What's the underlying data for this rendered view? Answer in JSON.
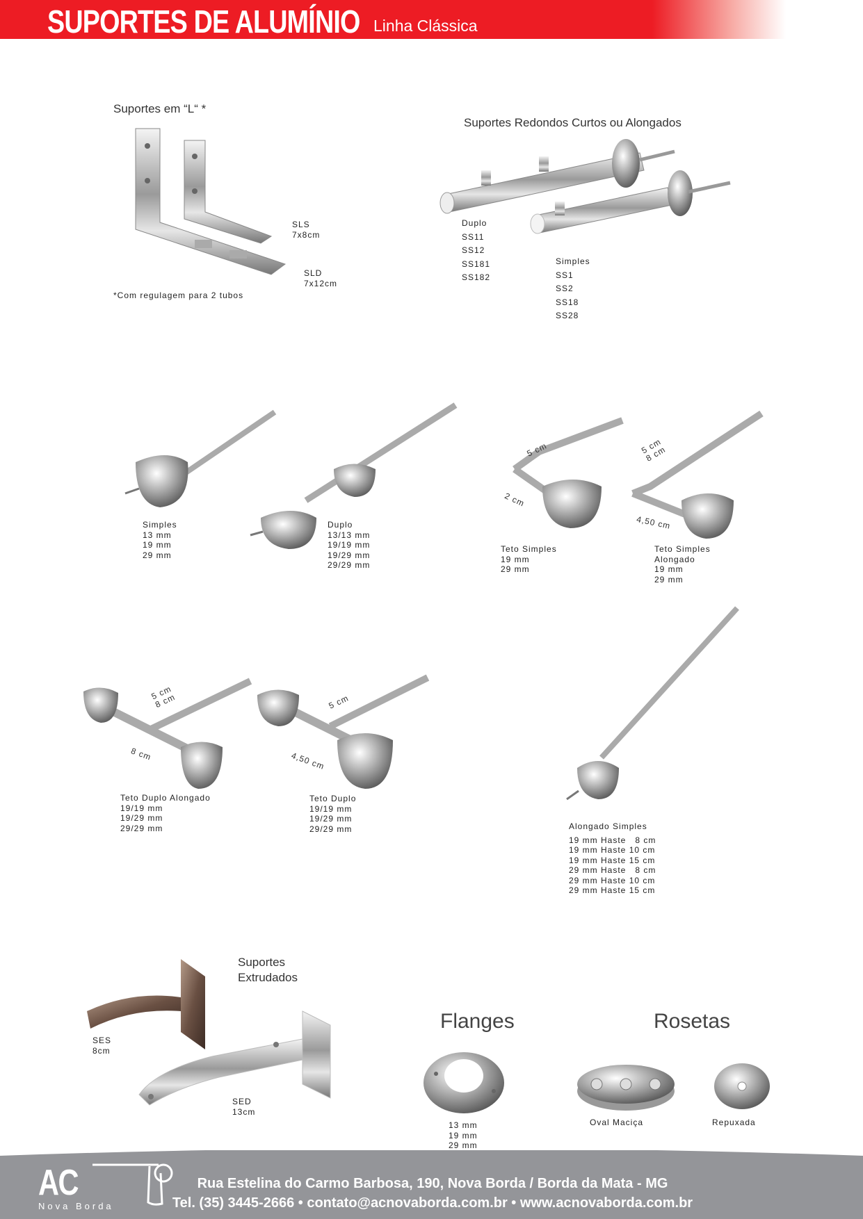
{
  "header": {
    "title": "SUPORTES DE ALUMÍNIO",
    "subtitle": "Linha Clássica"
  },
  "l_supports": {
    "title": "Suportes em “L“ *",
    "items": [
      {
        "code": "SLS",
        "size": "7x8cm"
      },
      {
        "code": "SLD",
        "size": "7x12cm"
      }
    ],
    "note": "*Com regulagem para 2 tubos"
  },
  "round": {
    "title": "Suportes Redondos Curtos ou Alongados",
    "duplo": {
      "label": "Duplo",
      "codes": [
        "SS11",
        "SS12",
        "SS181",
        "SS182"
      ]
    },
    "simples": {
      "label": "Simples",
      "codes": [
        "SS1",
        "SS2",
        "SS18",
        "SS28"
      ]
    }
  },
  "simples": {
    "label": "Simples",
    "sizes": [
      "13 mm",
      "19 mm",
      "29 mm"
    ]
  },
  "duplo": {
    "label": "Duplo",
    "sizes": [
      "13/13 mm",
      "19/19 mm",
      "19/29 mm",
      "29/29 mm"
    ]
  },
  "teto_simples": {
    "label": "Teto Simples",
    "sizes": [
      "19 mm",
      "29 mm"
    ],
    "dims": [
      "5 cm",
      "2 cm"
    ]
  },
  "teto_simples_alongado": {
    "label": "Teto Simples",
    "label2": "Alongado",
    "sizes": [
      "19 mm",
      "29 mm"
    ],
    "dims": [
      "5 cm",
      "8 cm",
      "4,50 cm"
    ]
  },
  "teto_duplo_alongado": {
    "label": "Teto Duplo Alongado",
    "sizes": [
      "19/19 mm",
      "19/29 mm",
      "29/29 mm"
    ],
    "dims": [
      "5 cm",
      "8 cm",
      "8 cm"
    ]
  },
  "teto_duplo": {
    "label": "Teto Duplo",
    "sizes": [
      "19/19 mm",
      "19/29 mm",
      "29/29 mm"
    ],
    "dims": [
      "5 cm",
      "4,50 cm"
    ]
  },
  "alongado_simples": {
    "label": "Alongado Simples",
    "sizes": [
      "19 mm Haste   8 cm",
      "19 mm Haste 10 cm",
      "19 mm Haste 15 cm",
      "29 mm Haste   8 cm",
      "29 mm Haste 10 cm",
      "29 mm Haste 15 cm"
    ]
  },
  "extrudados": {
    "title1": "Suportes",
    "title2": "Extrudados",
    "items": [
      {
        "code": "SES",
        "size": "8cm"
      },
      {
        "code": "SED",
        "size": "13cm"
      }
    ]
  },
  "flanges": {
    "title": "Flanges",
    "sizes": [
      "13 mm",
      "19 mm",
      "29 mm"
    ]
  },
  "rosetas": {
    "title": "Rosetas",
    "items": [
      "Oval Maciça",
      "Repuxada"
    ]
  },
  "footer": {
    "logo": "AC",
    "logo_sub": "Nova Borda",
    "address": "Rua Estelina do Carmo Barbosa, 190,  Nova Borda / Borda da Mata - MG",
    "contact": "Tel. (35) 3445-2666 • contato@acnovaborda.com.br • www.acnovaborda.com.br"
  }
}
